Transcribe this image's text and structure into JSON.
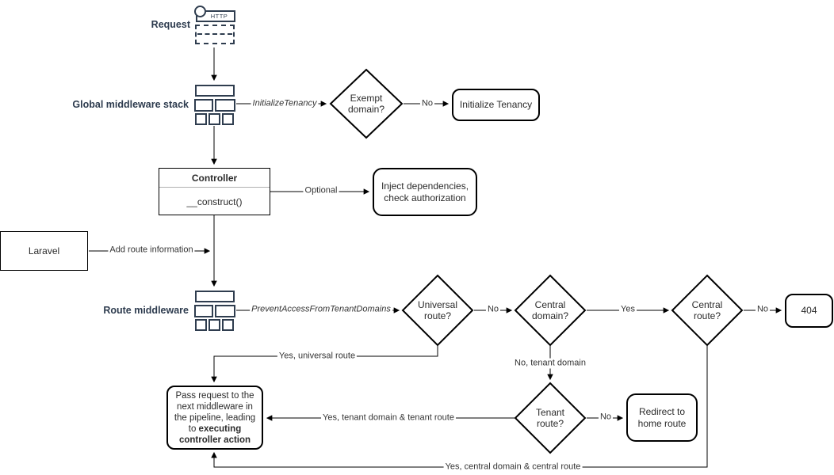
{
  "colors": {
    "accent_navy": "#2d3b4e",
    "stroke_black": "#000000",
    "node_fill": "#ffffff",
    "divider_gray": "#b0b0b0"
  },
  "labels": {
    "request": "Request",
    "http": "HTTP",
    "global_middleware_stack": "Global middleware stack",
    "route_middleware": "Route middleware"
  },
  "nodes": {
    "exempt_domain": {
      "line1": "Exempt",
      "line2": "domain?"
    },
    "initialize_tenancy": {
      "label": "Initialize Tenancy"
    },
    "controller": {
      "title": "Controller",
      "method": "__construct()"
    },
    "inject_dependencies": {
      "line1": "Inject dependencies,",
      "line2": "check authorization"
    },
    "laravel": {
      "label": "Laravel"
    },
    "universal_route": {
      "line1": "Universal",
      "line2": "route?"
    },
    "central_domain": {
      "line1": "Central",
      "line2": "domain?"
    },
    "central_route": {
      "line1": "Central",
      "line2": "route?"
    },
    "not_found": {
      "label": "404"
    },
    "tenant_route": {
      "line1": "Tenant",
      "line2": "route?"
    },
    "redirect_home": {
      "line1": "Redirect to",
      "line2": "home route"
    },
    "pass_request": {
      "text_regular": "Pass request to the next middleware in the pipeline, leading to ",
      "text_bold": "executing controller action"
    }
  },
  "edge_labels": {
    "initialize_tenancy_mw": "InitializeTenancy",
    "no_exempt": "No",
    "optional": "Optional",
    "add_route_info": "Add route information",
    "prevent_access": "PreventAccessFromTenantDomains",
    "no_universal": "No",
    "yes_central_domain": "Yes",
    "no_central_route": "No",
    "yes_universal_route": "Yes, universal route",
    "no_tenant_domain": "No, tenant domain",
    "no_tenant_route": "No",
    "yes_tenant": "Yes, tenant domain & tenant route",
    "yes_central": "Yes, central domain & central route"
  }
}
